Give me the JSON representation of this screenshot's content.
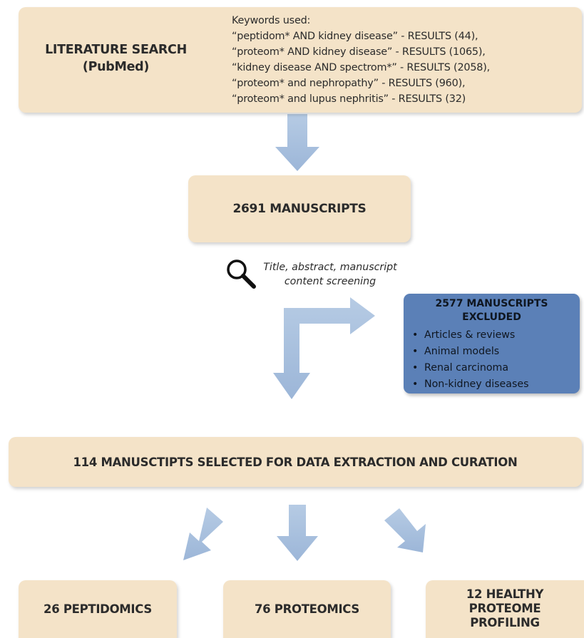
{
  "search": {
    "title_line1": "LITERATURE SEARCH",
    "title_line2": "(PubMed)",
    "keywords_header": "Keywords used:",
    "keywords": [
      "“peptidom* AND kidney disease” - RESULTS (44),",
      "“proteom* AND kidney disease” - RESULTS (1065),",
      "“kidney disease AND spectrom*” - RESULTS (2058),",
      "“proteom* and nephropathy” - RESULTS (960),",
      "“proteom* and lupus nephritis” - RESULTS (32)"
    ]
  },
  "manuscripts": {
    "label": "2691 MANUSCRIPTS"
  },
  "screening": {
    "line1": "Title, abstract, manuscript",
    "line2": "content screening"
  },
  "excluded": {
    "title_line1": "2577 MANUSCRIPTS",
    "title_line2": "EXCLUDED",
    "reasons": [
      "Articles & reviews",
      "Animal models",
      "Renal carcinoma",
      "Non-kidney diseases"
    ]
  },
  "selected": {
    "label": "114 MANUSCTIPTS SELECTED FOR DATA EXTRACTION AND CURATION"
  },
  "outcomes": {
    "peptidomics": "26 PEPTIDOMICS",
    "proteomics": "76 PROTEOMICS",
    "healthy_line1": "12 HEALTHY",
    "healthy_line2": "PROTEOME",
    "healthy_line3": "PROFILING"
  },
  "colors": {
    "box_fill": "#f4e3c8",
    "arrow_fill": "#a9c0de",
    "excluded_fill": "#5b80b7"
  }
}
